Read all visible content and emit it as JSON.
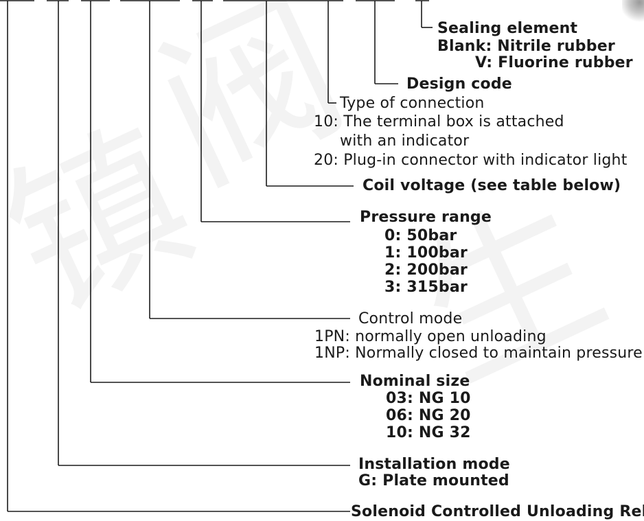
{
  "watermark": {
    "glyphs": [
      "阀",
      "镇",
      "生"
    ]
  },
  "sealing": {
    "title": "Sealing element",
    "blank": "Blank: Nitrile rubber",
    "v": "V: Fluorine rubber"
  },
  "design_code": {
    "title": "Design code"
  },
  "connection": {
    "title": "Type of connection",
    "opt10_a": "10: The terminal box is attached",
    "opt10_b": "with an indicator",
    "opt20": "20: Plug-in connector with indicator light"
  },
  "coil_voltage": {
    "title": "Coil voltage (see table below)"
  },
  "pressure": {
    "title": "Pressure range",
    "items": [
      "0: 50bar",
      "1: 100bar",
      "2: 200bar",
      "3: 315bar"
    ]
  },
  "control": {
    "title": "Control mode",
    "items": [
      "1PN: normally open unloading",
      "1NP: Normally closed to maintain pressure"
    ]
  },
  "nominal": {
    "title": "Nominal size",
    "items": [
      "03: NG 10",
      "06: NG 20",
      "10: NG 32"
    ]
  },
  "installation": {
    "title": "Installation mode",
    "item": "G: Plate mounted"
  },
  "product": {
    "title": "Solenoid Controlled Unloading Rel"
  }
}
